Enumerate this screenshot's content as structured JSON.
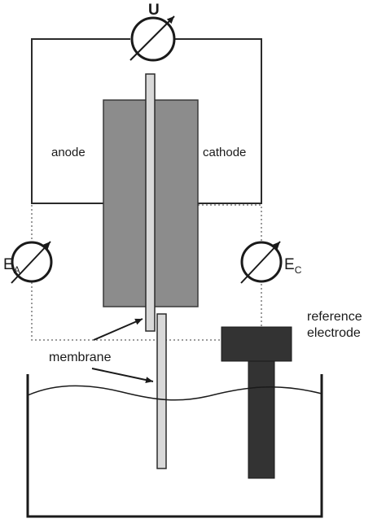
{
  "labels": {
    "voltage_main": "U",
    "anode": "anode",
    "cathode": "cathode",
    "ea_main": "E",
    "ea_sub": "A",
    "ec_main": "E",
    "ec_sub": "C",
    "reference_line1": "reference",
    "reference_line2": "electrode",
    "membrane": "membrane"
  },
  "colors": {
    "wire": "#2b2b2b",
    "cell_fill": "#8c8c8c",
    "membrane_fill": "#d9d9d9",
    "electrode_fill": "#333333",
    "dotted": "#7a7a7a"
  }
}
